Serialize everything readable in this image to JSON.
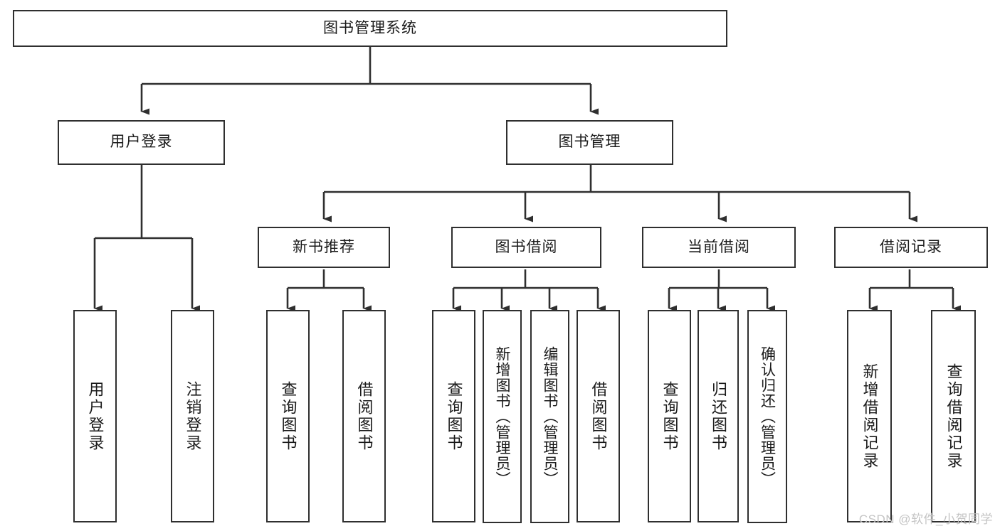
{
  "diagram": {
    "title": "图书管理系统",
    "root": {
      "label": "图书管理系统"
    },
    "level2": [
      {
        "label": "用户登录"
      },
      {
        "label": "图书管理"
      }
    ],
    "level3": [
      {
        "label": "新书推荐"
      },
      {
        "label": "图书借阅"
      },
      {
        "label": "当前借阅"
      },
      {
        "label": "借阅记录"
      }
    ],
    "leaves": {
      "user_login": [
        {
          "label": "用户登录"
        },
        {
          "label": "注销登录"
        }
      ],
      "new_book": [
        {
          "label": "查询图书"
        },
        {
          "label": "借阅图书"
        }
      ],
      "book_borrow": [
        {
          "label": "查询图书"
        },
        {
          "label": "新增图书（管理员）"
        },
        {
          "label": "编辑图书（管理员）"
        },
        {
          "label": "借阅图书"
        }
      ],
      "current_borrow": [
        {
          "label": "查询图书"
        },
        {
          "label": "归还图书"
        },
        {
          "label": "确认归还（管理员）"
        }
      ],
      "borrow_record": [
        {
          "label": "新增借阅记录"
        },
        {
          "label": "查询借阅记录"
        }
      ]
    }
  },
  "watermark": {
    "text": "CSDN @软件_小贺同学"
  },
  "colors": {
    "stroke": "#2f2f2f",
    "box_fill": "#ffffff",
    "text": "#1a1a1a",
    "watermark": "#c4c4c4"
  }
}
